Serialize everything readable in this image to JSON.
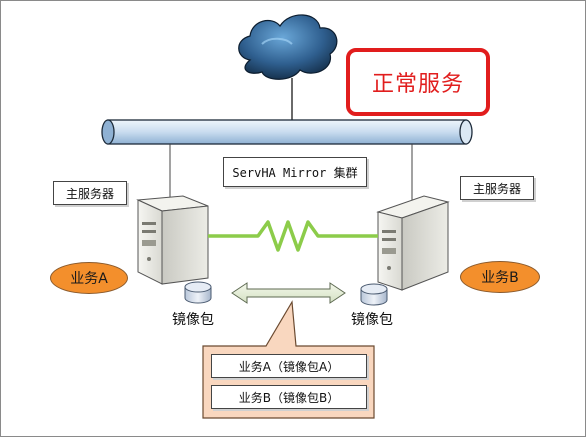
{
  "status": {
    "label": "正常服务",
    "color": "#e11d1d"
  },
  "cluster": {
    "label": "ServHA Mirror 集群"
  },
  "servers": [
    {
      "label": "主服务器",
      "service": "业务A",
      "mirror": "镜像包"
    },
    {
      "label": "主服务器",
      "service": "业务B",
      "mirror": "镜像包"
    }
  ],
  "callout": {
    "rows": [
      "业务A（镜像包A）",
      "业务B（镜像包B）"
    ],
    "fill": "#f9d7bf"
  },
  "colors": {
    "service_oval": "#f38f2c",
    "heartbeat_link": "#8ccc4a",
    "network_bus": "#c9dcef"
  },
  "icons": [
    "cloud-icon",
    "server-icon",
    "disk-icon",
    "double-arrow-icon"
  ]
}
